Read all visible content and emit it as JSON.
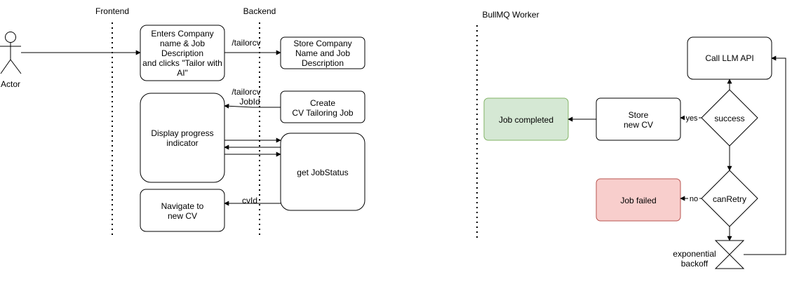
{
  "lanes": {
    "frontend": "Frontend",
    "backend": "Backend",
    "worker": "BullMQ Worker"
  },
  "actor": {
    "label": "Actor"
  },
  "nodes": {
    "enter_details": [
      "Enters Company",
      "name & Job",
      "Description",
      "and clicks \"Tailor with",
      "AI\""
    ],
    "store_details": [
      "Store Company",
      "Name and Job",
      "Description"
    ],
    "create_job": [
      "Create",
      "CV Tailoring Job"
    ],
    "display_progress": [
      "Display progress",
      "indicator"
    ],
    "get_job_status": [
      "get JobStatus"
    ],
    "navigate_cv": [
      "Navigate to",
      "new CV"
    ],
    "call_llm": [
      "Call LLM API"
    ],
    "success": [
      "success"
    ],
    "store_cv": [
      "Store",
      "new CV"
    ],
    "job_completed": [
      "Job completed"
    ],
    "can_retry": [
      "canRetry"
    ],
    "job_failed": [
      "Job failed"
    ],
    "backoff": [
      "exponential",
      "backoff"
    ]
  },
  "edge_labels": {
    "tailorcv_request": "/tailorcv",
    "tailorcv_response_1": "/tailorcv",
    "tailorcv_response_2": "JobId",
    "cvid": "cvId",
    "yes": "yes",
    "no": "no"
  },
  "colors": {
    "stroke": "#000000",
    "lane_line": "#000000",
    "completed_fill": "#d5e8d4",
    "completed_stroke": "#82b366",
    "failed_fill": "#f8cecc",
    "failed_stroke": "#b85450"
  }
}
